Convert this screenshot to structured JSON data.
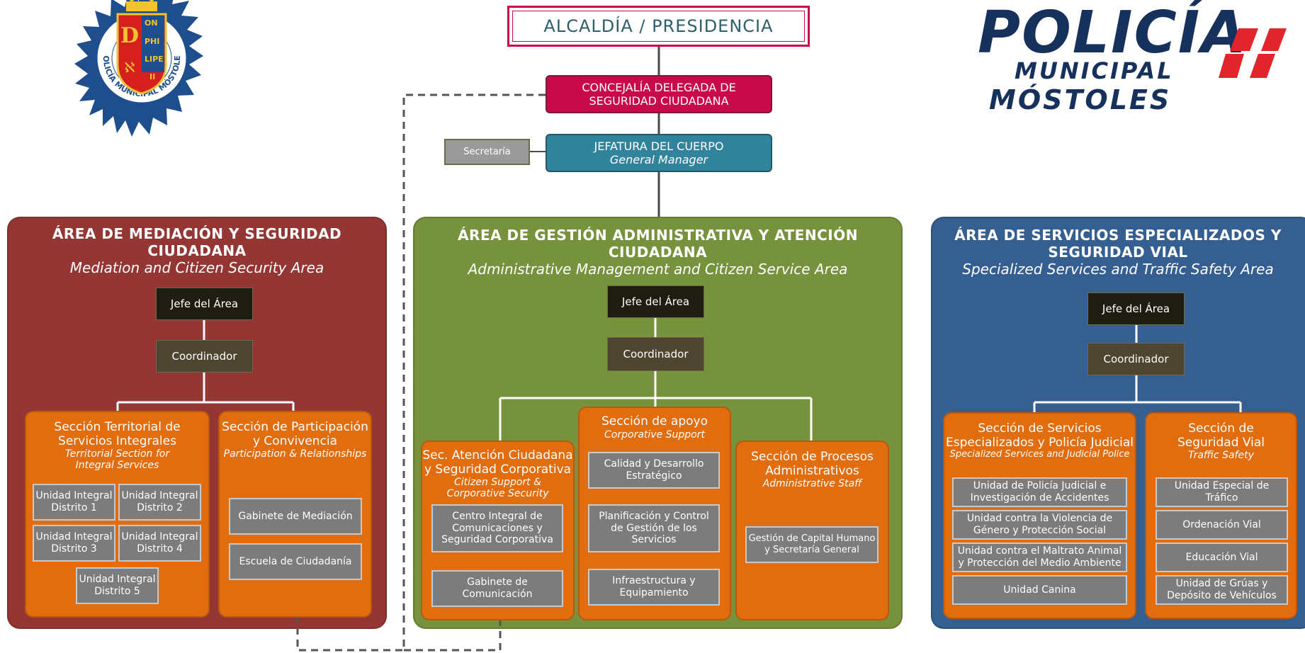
{
  "top": {
    "alcaldia": "ALCALDÍA / PRESIDENCIA",
    "concejalia_line1": "CONCEJALÍA DELEGADA DE",
    "concejalia_line2": "SEGURIDAD CIUDADANA",
    "jefatura": "JEFATURA DEL CUERPO",
    "jefatura_en": "General Manager",
    "secretaria": "Secretaría"
  },
  "logo_left": {
    "ring_text": "POLICÍA MUNICIPAL MÓSTOLES",
    "shield_letters": [
      "ON",
      "PHI",
      "LIPE",
      "II"
    ]
  },
  "logo_right": {
    "line1": "POLICÍA",
    "line2": "MUNICIPAL",
    "line3": "MÓSTOLES"
  },
  "colors": {
    "red_area": "#943634",
    "green_area": "#76923c",
    "blue_area": "#365f91",
    "orange_section": "#e26d0f",
    "unit_gray": "#7c7c7c",
    "concejalia": "#c8094a",
    "jefatura": "#31849b"
  },
  "areas": [
    {
      "title_line1": "ÁREA DE MEDIACIÓN Y SEGURIDAD",
      "title_line2": "CIUDADANA",
      "title_en": "Mediation and Citizen Security Area",
      "jefe": "Jefe del Área",
      "coordinador": "Coordinador",
      "sections": [
        {
          "title_line1": "Sección Territorial de",
          "title_line2": "Servicios Integrales",
          "en_line1": "Territorial Section for",
          "en_line2": "Integral Services",
          "units": [
            [
              "Unidad Integral",
              "Distrito 1"
            ],
            [
              "Unidad Integral",
              "Distrito 2"
            ],
            [
              "Unidad Integral",
              "Distrito 3"
            ],
            [
              "Unidad Integral",
              "Distrito 4"
            ],
            [
              "Unidad Integral",
              "Distrito 5"
            ]
          ]
        },
        {
          "title_line1": "Sección de Participación",
          "title_line2": "y Convivencia",
          "en_line1": "Participation & Relationships",
          "units": [
            [
              "Gabinete de Mediación"
            ],
            [
              "Escuela de Ciudadanía"
            ]
          ]
        }
      ]
    },
    {
      "title_line1": "ÁREA DE GESTIÓN ADMINISTRATIVA Y ATENCIÓN CIUDADANA",
      "title_en": "Administrative Management and Citizen Service Area",
      "jefe": "Jefe del Área",
      "coordinador": "Coordinador",
      "sections": [
        {
          "title_line1": "Sec. Atención Ciudadana",
          "title_line2": "y Seguridad Corporativa",
          "en_line1": "Citizen Support &",
          "en_line2": "Corporative Security",
          "units": [
            [
              "Centro Integral de",
              "Comunicaciones y",
              "Seguridad Corporativa"
            ],
            [
              "Gabinete de",
              "Comunicación"
            ]
          ]
        },
        {
          "title_line1": "Sección de apoyo",
          "en_line1": "Corporative Support",
          "units": [
            [
              "Calidad y Desarrollo",
              "Estratégico"
            ],
            [
              "Planificación y Control",
              "de Gestión de los",
              "Servicios"
            ],
            [
              "Infraestructura y",
              "Equipamiento"
            ]
          ]
        },
        {
          "title_line1": "Sección de Procesos",
          "title_line2": "Administrativos",
          "en_line1": "Administrative Staff",
          "units": [
            [
              "Gestión de Capital Humano",
              "y Secretaría General"
            ]
          ]
        }
      ]
    },
    {
      "title_line1": "ÁREA DE SERVICIOS ESPECIALIZADOS Y",
      "title_line2": "SEGURIDAD VIAL",
      "title_en": "Specialized Services and Traffic Safety Area",
      "jefe": "Jefe del Área",
      "coordinador": "Coordinador",
      "sections": [
        {
          "title_line1": "Sección de Servicios",
          "title_line2": "Especializados y Policía Judicial",
          "en_line1": "Specialized Services and Judicial Police",
          "units": [
            [
              "Unidad de Policía Judicial e",
              "Investigación de Accidentes"
            ],
            [
              "Unidad contra la Violencia de",
              "Género y Protección Social"
            ],
            [
              "Unidad contra el Maltrato Animal",
              "y Protección del Medio Ambiente"
            ],
            [
              "Unidad Canina"
            ]
          ]
        },
        {
          "title_line1": "Sección de",
          "title_line2": "Seguridad Vial",
          "en_line1": "Traffic Safety",
          "units": [
            [
              "Unidad Especial de",
              "Tráfico"
            ],
            [
              "Ordenación Vial"
            ],
            [
              "Educación Vial"
            ],
            [
              "Unidad de Grúas y",
              "Depósito de Vehículos"
            ]
          ]
        }
      ]
    }
  ]
}
